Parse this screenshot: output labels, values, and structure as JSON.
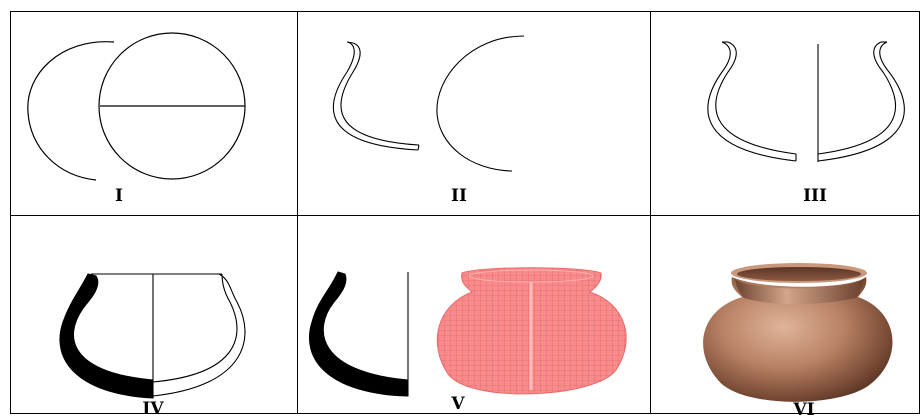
{
  "panels": [
    {
      "label": "I"
    },
    {
      "label": "II"
    },
    {
      "label": "III"
    },
    {
      "label": "IV"
    },
    {
      "label": "V"
    },
    {
      "label": "VI"
    }
  ],
  "colors": {
    "outline": "#000000",
    "wireframe": "#f47a7a",
    "pottery": "#b77f61"
  }
}
